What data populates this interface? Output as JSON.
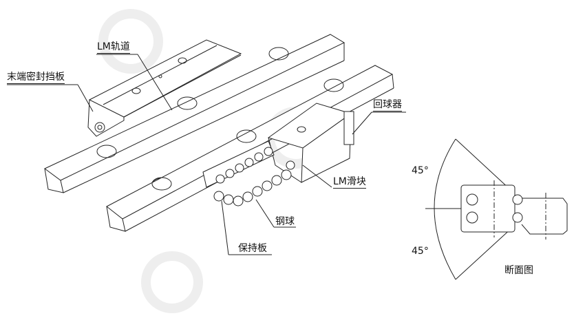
{
  "labels": {
    "rail": "LM轨道",
    "end_seal": "末端密封挡板",
    "ball_return": "回球器",
    "block": "LM滑块",
    "balls": "钢球",
    "retainer": "保持板",
    "angle_top": "45°",
    "angle_bottom": "45°",
    "section": "断面图"
  },
  "colors": {
    "line": "#222222",
    "watermark": "#eeeeee"
  }
}
